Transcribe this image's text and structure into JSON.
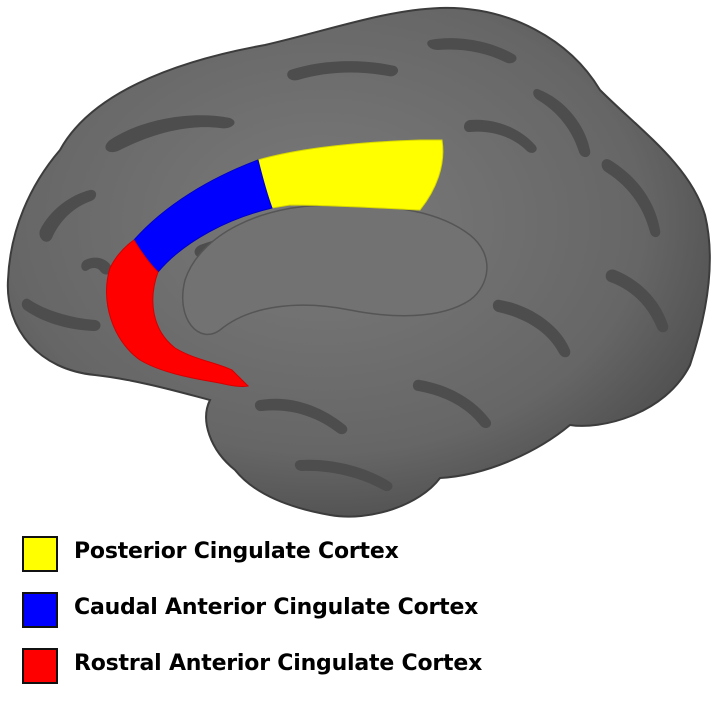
{
  "legend": {
    "items": [
      {
        "label": "Posterior Cingulate Cortex",
        "color": "#ffff00"
      },
      {
        "label": "Caudal Anterior Cingulate Cortex",
        "color": "#0000ff"
      },
      {
        "label": "Rostral Anterior Cingulate Cortex",
        "color": "#ff0000"
      }
    ]
  },
  "colors": {
    "cortex": "#6a6a6a",
    "sulcus": "#4e4e4e",
    "background": "#ffffff"
  }
}
